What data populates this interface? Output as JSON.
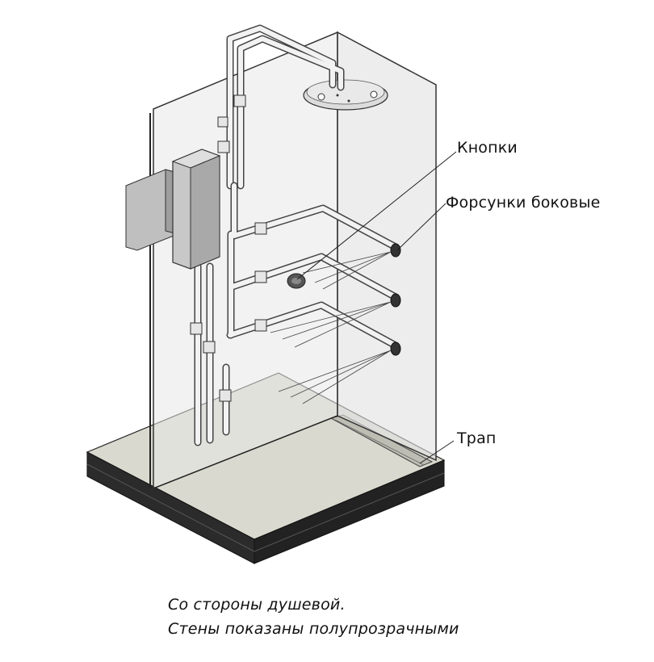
{
  "callouts": {
    "buttons": "Кнопки",
    "side_nozzles": "Форсунки боковые",
    "drain": "Трап"
  },
  "caption": {
    "line1": "Со стороны душевой.",
    "line2": "Стены показаны полупрозрачными"
  },
  "colors": {
    "tray_top": "#d9d9cf",
    "tray_side": "#2a2a2a",
    "glass": "#e8e8e8",
    "pipe": "#f1f1f1",
    "box": "#c4c4c4"
  }
}
